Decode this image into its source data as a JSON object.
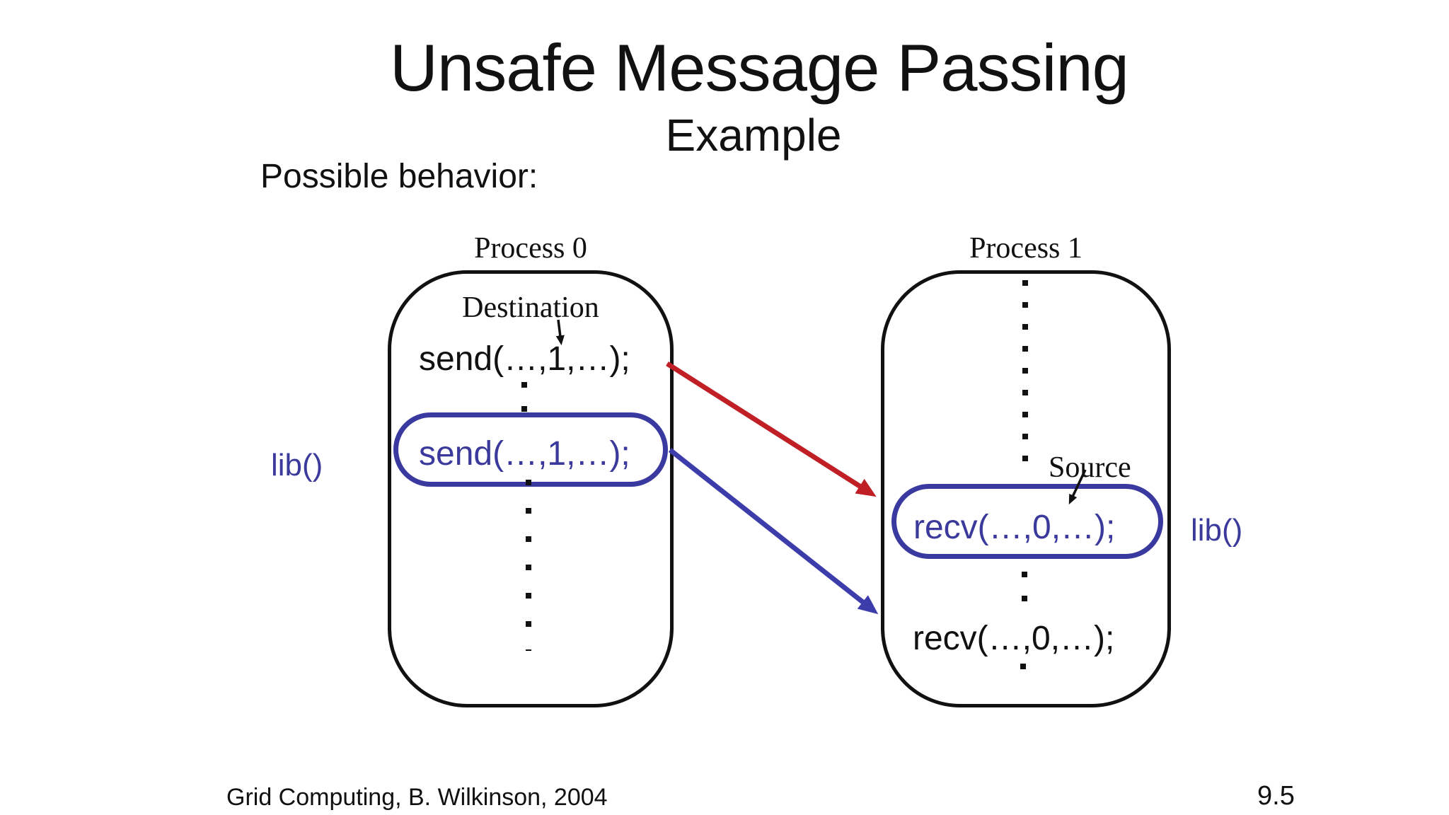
{
  "slide": {
    "title": "Unsafe Message Passing",
    "subtitle": "Example",
    "lead": "Possible behavior:",
    "footer": "Grid Computing, B. Wilkinson, 2004",
    "page_number": "9.5"
  },
  "process0": {
    "label": "Process 0",
    "annotation": "Destination",
    "send_top": "send(…,1,…);",
    "send_highlighted": "send(…,1,…);",
    "lib_label": "lib()"
  },
  "process1": {
    "label": "Process 1",
    "annotation": "Source",
    "recv_highlighted": "recv(…,0,…);",
    "recv_bottom": "recv(…,0,…);",
    "lib_label": "lib()"
  },
  "colors": {
    "ink": "#111111",
    "highlight_blue": "#3a39a0",
    "blue_text": "#3b3a9c",
    "red_arrow": "#c02025",
    "blue_arrow": "#3d3cab"
  }
}
